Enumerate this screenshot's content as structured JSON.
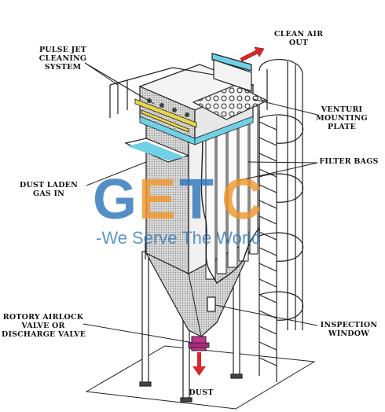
{
  "labels": {
    "pulse_jet": "PULSE JET\nCLEANING\nSYSTEM",
    "clean_air": "CLEAN AIR\nOUT",
    "venturi": "VENTURI\nMOUNTING\nPLATE",
    "filter_bags": "FILTER BAGS",
    "dust_laden": "DUST LADEN\nGAS IN",
    "rotary": "ROTORY AIRLOCK\nVALVE OR\nDISCHARGE VALVE",
    "inspection": "INSPECTION\nWINDOW",
    "dust": "DUST"
  },
  "watermark": {
    "logo": "GETC",
    "tagline": "-We Serve The World"
  },
  "colors": {
    "arrow_red": "#d9262b",
    "watermark_blue": "#2a73b8",
    "watermark_orange": "#f0962a",
    "cyan_band": "#6fd0e6",
    "valve_magenta": "#c2358f",
    "header_yellow": "#e7d64a"
  }
}
